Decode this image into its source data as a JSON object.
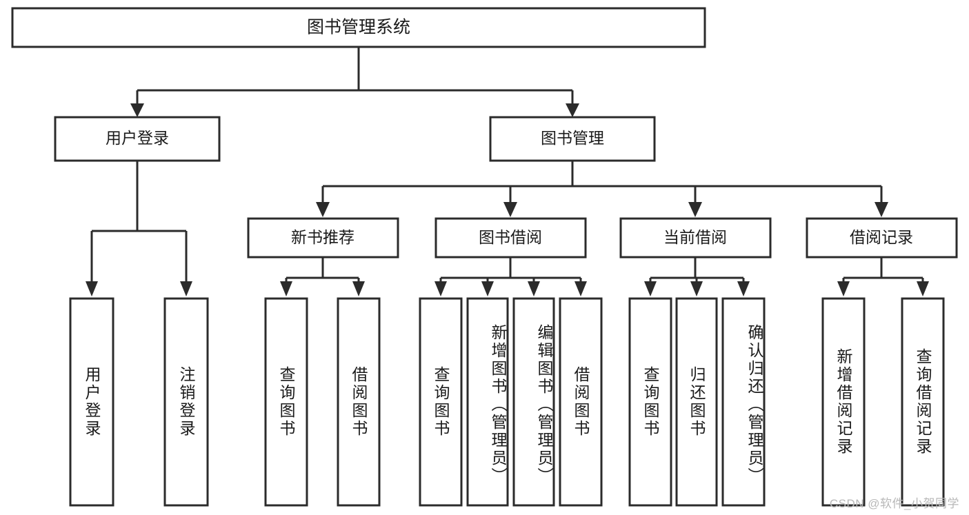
{
  "diagram": {
    "type": "hierarchy-tree",
    "title_node": {
      "id": "root",
      "label": "图书管理系统"
    },
    "level1": [
      {
        "id": "user-login",
        "label": "用户登录"
      },
      {
        "id": "book-management",
        "label": "图书管理"
      }
    ],
    "level2": [
      {
        "id": "new-book-recommend",
        "label": "新书推荐",
        "parent": "book-management"
      },
      {
        "id": "book-borrow",
        "label": "图书借阅",
        "parent": "book-management"
      },
      {
        "id": "current-borrow",
        "label": "当前借阅",
        "parent": "book-management"
      },
      {
        "id": "borrow-record",
        "label": "借阅记录",
        "parent": "book-management"
      }
    ],
    "leaves": [
      {
        "id": "leaf-user-login",
        "label": "用户登录",
        "parent": "user-login"
      },
      {
        "id": "leaf-logout-login",
        "label": "注销登录",
        "parent": "user-login"
      },
      {
        "id": "leaf-query-book-1",
        "label": "查询图书",
        "parent": "new-book-recommend"
      },
      {
        "id": "leaf-borrow-book-1",
        "label": "借阅图书",
        "parent": "new-book-recommend"
      },
      {
        "id": "leaf-query-book-2",
        "label": "查询图书",
        "parent": "book-borrow"
      },
      {
        "id": "leaf-add-book-admin",
        "label": "新增图书（管理员）",
        "parent": "book-borrow"
      },
      {
        "id": "leaf-edit-book-admin",
        "label": "编辑图书（管理员）",
        "parent": "book-borrow"
      },
      {
        "id": "leaf-borrow-book-2",
        "label": "借阅图书",
        "parent": "book-borrow"
      },
      {
        "id": "leaf-query-book-3",
        "label": "查询图书",
        "parent": "current-borrow"
      },
      {
        "id": "leaf-return-book",
        "label": "归还图书",
        "parent": "current-borrow"
      },
      {
        "id": "leaf-confirm-return-admin",
        "label": "确认归还（管理员）",
        "parent": "current-borrow"
      },
      {
        "id": "leaf-add-borrow-record",
        "label": "新增借阅记录",
        "parent": "borrow-record"
      },
      {
        "id": "leaf-query-borrow-record",
        "label": "查询借阅记录",
        "parent": "borrow-record"
      }
    ]
  },
  "watermark": {
    "text": "CSDN @软件_小贺同学"
  },
  "colors": {
    "stroke": "#2b2b2b",
    "fill": "#ffffff",
    "text": "#1a1a1a",
    "watermark": "#b8b8b8"
  }
}
